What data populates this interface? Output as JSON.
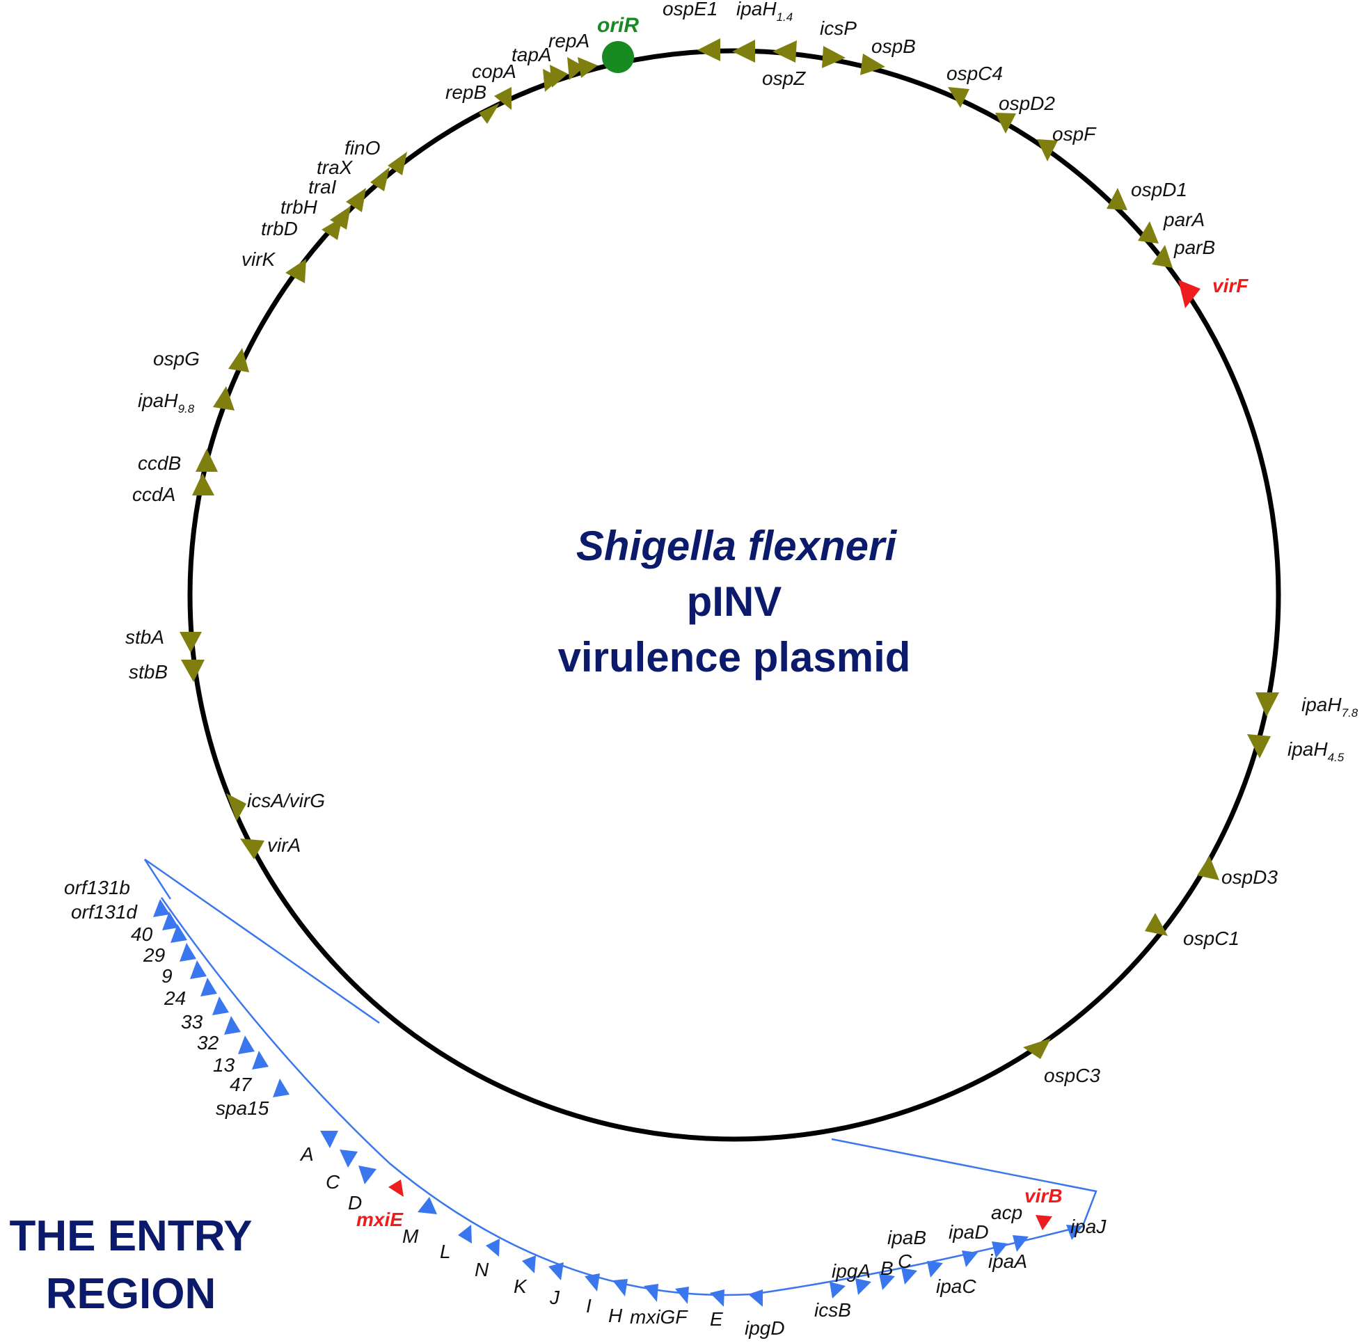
{
  "title": {
    "line1": "Shigella flexneri",
    "line2": "pINV",
    "line3": "virulence plasmid"
  },
  "entry_region": {
    "line1": "THE ENTRY",
    "line2": "REGION"
  },
  "origin": {
    "label": "oriR",
    "color": "#188a22"
  },
  "colors": {
    "backbone": "#000000",
    "plasmid_gene": "#7f7f10",
    "regulator": "#ee1c1c",
    "entry_gene": "#3a76ee",
    "title": "#0b1a6b"
  },
  "plasmid_genes": [
    {
      "name": "ospE1"
    },
    {
      "name": "ipaH",
      "sub": "1.4"
    },
    {
      "name": "icsP"
    },
    {
      "name": "ospZ"
    },
    {
      "name": "ospB"
    },
    {
      "name": "ospC4"
    },
    {
      "name": "ospD2"
    },
    {
      "name": "ospF"
    },
    {
      "name": "ospD1"
    },
    {
      "name": "parA"
    },
    {
      "name": "parB"
    },
    {
      "name": "virF"
    },
    {
      "name": "ipaH",
      "sub": "7.8"
    },
    {
      "name": "ipaH",
      "sub": "4.5"
    },
    {
      "name": "ospD3"
    },
    {
      "name": "ospC1"
    },
    {
      "name": "ospC3"
    },
    {
      "name": "virA"
    },
    {
      "name": "icsA/virG"
    },
    {
      "name": "stbB"
    },
    {
      "name": "stbA"
    },
    {
      "name": "ccdA"
    },
    {
      "name": "ccdB"
    },
    {
      "name": "ipaH",
      "sub": "9.8"
    },
    {
      "name": "ospG"
    },
    {
      "name": "virK"
    },
    {
      "name": "trbD"
    },
    {
      "name": "trbH"
    },
    {
      "name": "traI"
    },
    {
      "name": "traX"
    },
    {
      "name": "finO"
    },
    {
      "name": "repB"
    },
    {
      "name": "copA"
    },
    {
      "name": "tapA"
    },
    {
      "name": "repA"
    }
  ],
  "entry_genes": [
    {
      "name": "orf131b"
    },
    {
      "name": "orf131d"
    },
    {
      "name": "40"
    },
    {
      "name": "29"
    },
    {
      "name": "9"
    },
    {
      "name": "24"
    },
    {
      "name": "33"
    },
    {
      "name": "32"
    },
    {
      "name": "13"
    },
    {
      "name": "47"
    },
    {
      "name": "spa15"
    },
    {
      "name": "A"
    },
    {
      "name": "C"
    },
    {
      "name": "D"
    },
    {
      "name": "mxiE"
    },
    {
      "name": "M"
    },
    {
      "name": "L"
    },
    {
      "name": "N"
    },
    {
      "name": "K"
    },
    {
      "name": "J"
    },
    {
      "name": "I"
    },
    {
      "name": "H"
    },
    {
      "name": "mxiGF"
    },
    {
      "name": "E"
    },
    {
      "name": "ipgD"
    },
    {
      "name": "icsB"
    },
    {
      "name": "ipgA"
    },
    {
      "name": "B"
    },
    {
      "name": "C"
    },
    {
      "name": "ipaB"
    },
    {
      "name": "ipaC"
    },
    {
      "name": "ipaD"
    },
    {
      "name": "ipaA"
    },
    {
      "name": "acp"
    },
    {
      "name": "virB"
    },
    {
      "name": "ipaJ"
    }
  ]
}
